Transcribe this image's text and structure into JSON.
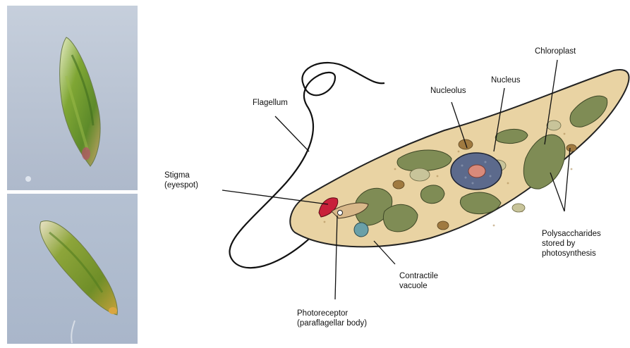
{
  "labels": {
    "flagellum": "Flagellum",
    "stigma": [
      "Stigma",
      "(eyespot)"
    ],
    "nucleolus": "Nucleolus",
    "nucleus": "Nucleus",
    "chloroplast": "Chloroplast",
    "polysaccharides": [
      "Polysaccharides",
      "stored by",
      "photosynthesis"
    ],
    "contractile_vacuole": [
      "Contractile",
      "vacuole"
    ],
    "photoreceptor": [
      "Photoreceptor",
      "(paraflagellar body)"
    ]
  },
  "colors": {
    "cell_body": "#e9d3a3",
    "chloroplast": "#7f8c55",
    "stigma": "#c8203a",
    "nucleus": "#5c6a8c",
    "nucleolus": "#d98a7a",
    "vacuole": "#6aa0a8",
    "photo_background": "#b7c3d3"
  }
}
